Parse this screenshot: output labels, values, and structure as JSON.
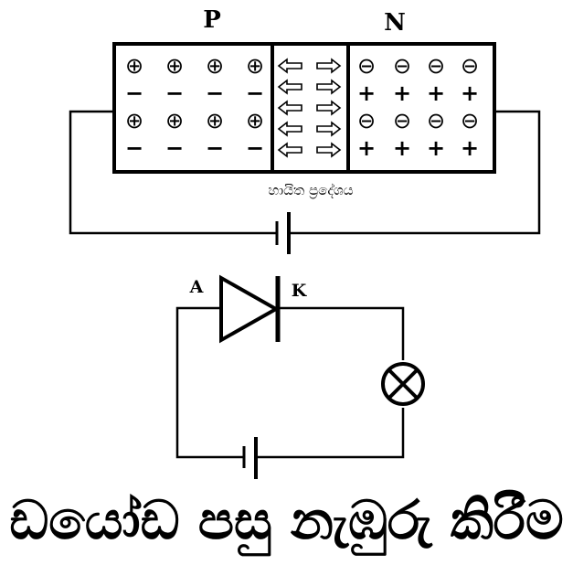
{
  "labels": {
    "p_region": "P",
    "n_region": "N",
    "depletion": "හායිත ප්‍රදේශය",
    "anode": "A",
    "cathode": "K"
  },
  "symbols": {
    "hole": "⊕",
    "minus": "−",
    "electron": "⊖",
    "plus": "+"
  },
  "title": "ඩයෝඩ පසු නැඹුරු කිරීම"
}
